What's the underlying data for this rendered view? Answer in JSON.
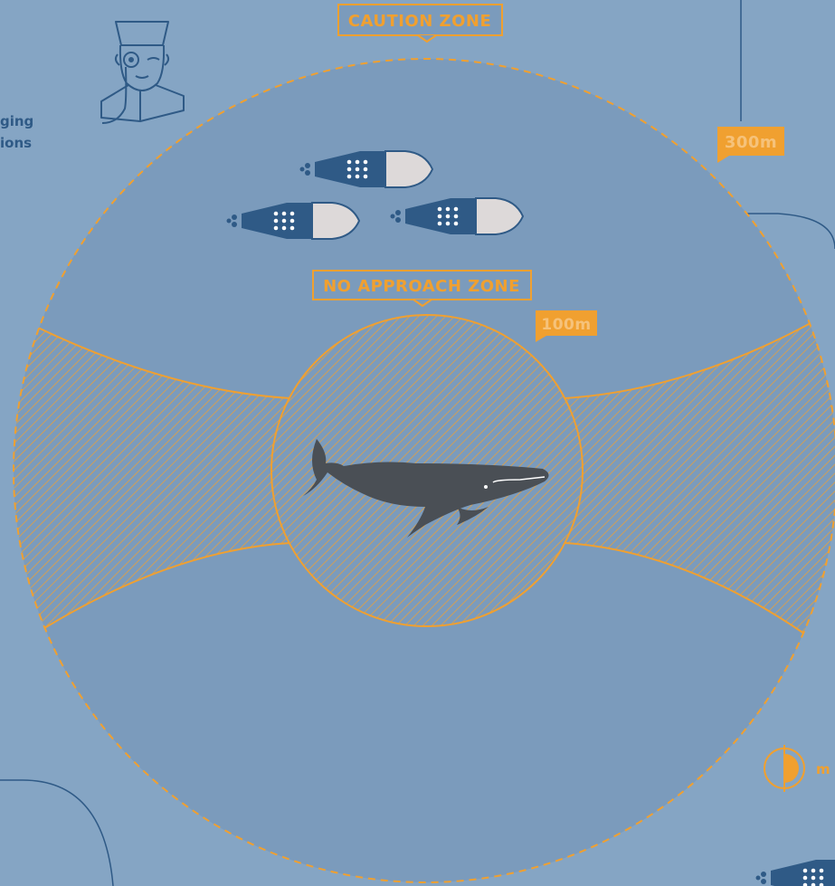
{
  "zones": {
    "caution_label": "CAUTION ZONE",
    "no_approach_label": "NO APPROACH ZONE",
    "outer_distance": "300m",
    "inner_distance": "100m"
  },
  "edge_text": {
    "left_line1": "ging",
    "left_line2": "ions",
    "right_fragment": "m"
  },
  "colors": {
    "background": "#85a5c4",
    "zone_fill": "#7b9bbc",
    "accent": "#f0a030",
    "line": "#2f5a86",
    "boat": "#2f5a86",
    "boat_bow": "#ddd9d9",
    "whale": "#4a4f55"
  },
  "icons": [
    "captain-icon",
    "boat-icon",
    "humpback-whale-icon",
    "half-circle-icon"
  ]
}
